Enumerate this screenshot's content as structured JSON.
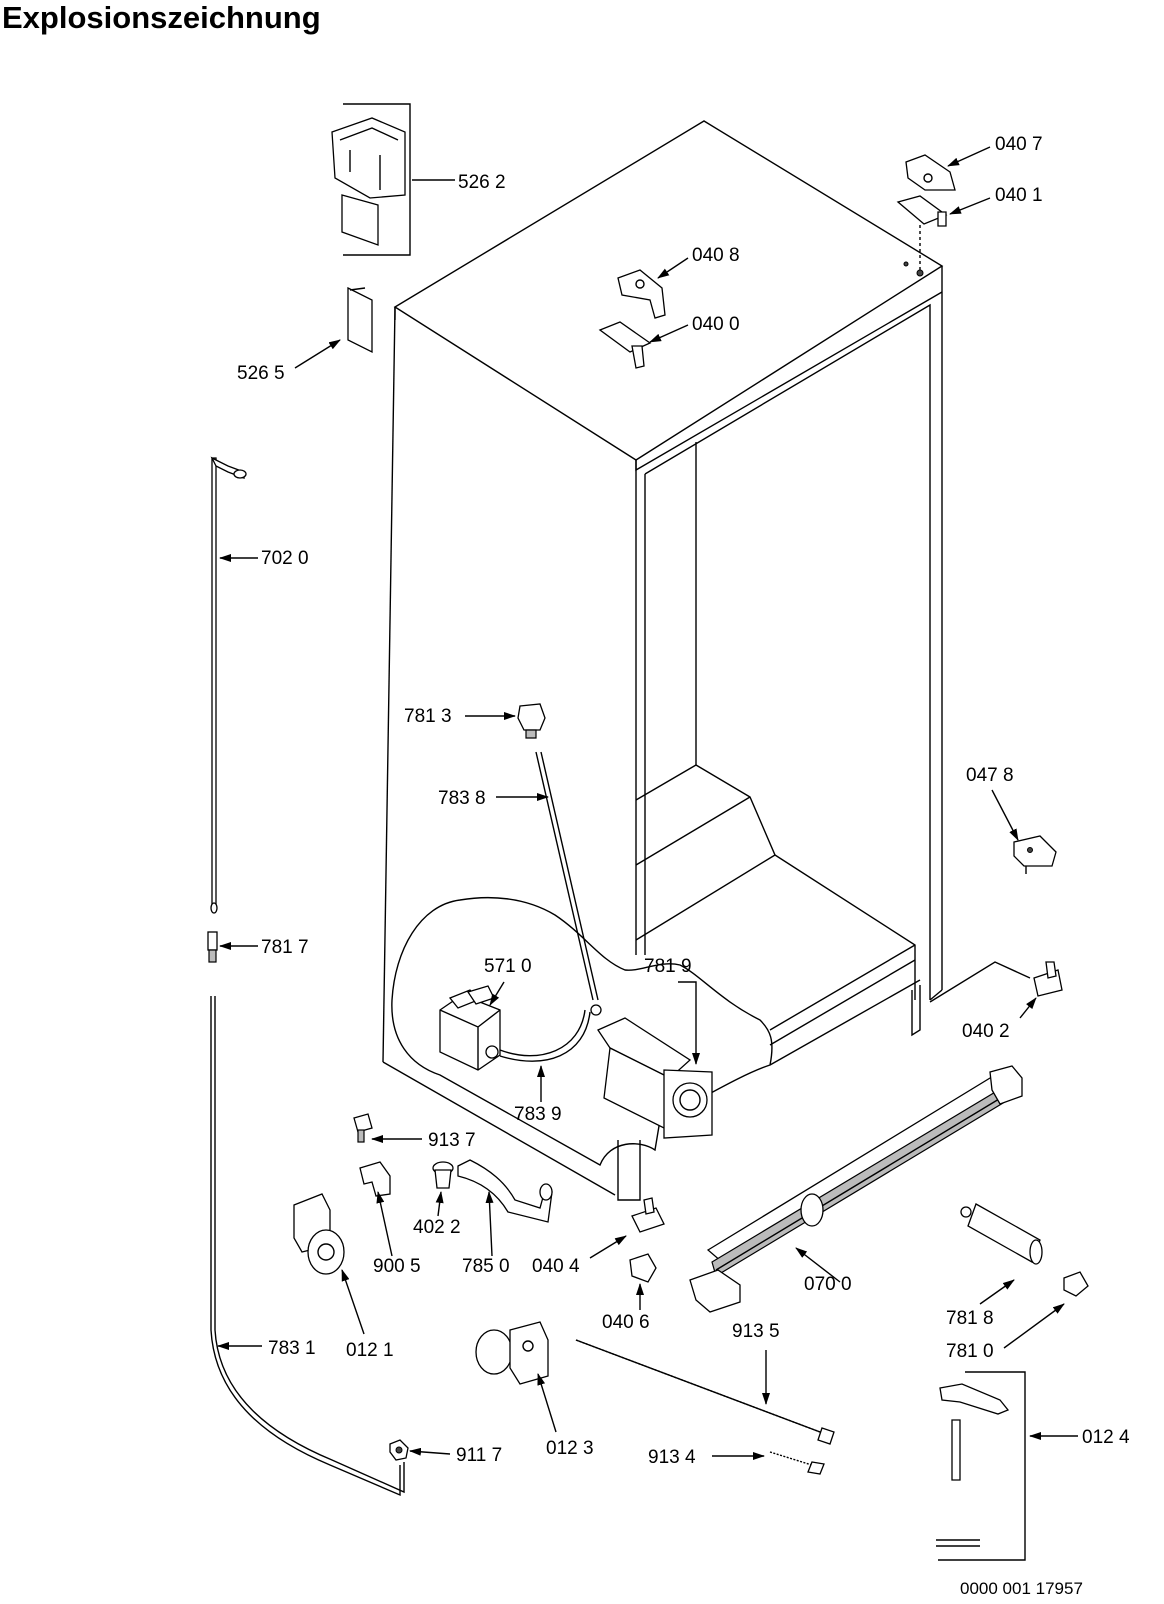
{
  "title": "Explosionszeichnung",
  "drawing_number": "0000 001 17957",
  "parts": [
    {
      "id": "526-2",
      "label": "526 2"
    },
    {
      "id": "526-5",
      "label": "526 5"
    },
    {
      "id": "040-7",
      "label": "040 7"
    },
    {
      "id": "040-1",
      "label": "040 1"
    },
    {
      "id": "040-8",
      "label": "040 8"
    },
    {
      "id": "040-0",
      "label": "040 0"
    },
    {
      "id": "702-0",
      "label": "702 0"
    },
    {
      "id": "781-3",
      "label": "781 3"
    },
    {
      "id": "783-8",
      "label": "783 8"
    },
    {
      "id": "047-8",
      "label": "047 8"
    },
    {
      "id": "781-7",
      "label": "781 7"
    },
    {
      "id": "571-0",
      "label": "571 0"
    },
    {
      "id": "781-9",
      "label": "781 9"
    },
    {
      "id": "040-2",
      "label": "040 2"
    },
    {
      "id": "783-9",
      "label": "783 9"
    },
    {
      "id": "913-7",
      "label": "913 7"
    },
    {
      "id": "402-2",
      "label": "402 2"
    },
    {
      "id": "900-5",
      "label": "900 5"
    },
    {
      "id": "785-0",
      "label": "785 0"
    },
    {
      "id": "040-4",
      "label": "040 4"
    },
    {
      "id": "070-0",
      "label": "070 0"
    },
    {
      "id": "040-6",
      "label": "040 6"
    },
    {
      "id": "781-8",
      "label": "781 8"
    },
    {
      "id": "781-0",
      "label": "781 0"
    },
    {
      "id": "913-5",
      "label": "913 5"
    },
    {
      "id": "783-1",
      "label": "783 1"
    },
    {
      "id": "012-1",
      "label": "012 1"
    },
    {
      "id": "012-3",
      "label": "012 3"
    },
    {
      "id": "012-4",
      "label": "012 4"
    },
    {
      "id": "911-7",
      "label": "911 7"
    },
    {
      "id": "913-4",
      "label": "913 4"
    }
  ]
}
